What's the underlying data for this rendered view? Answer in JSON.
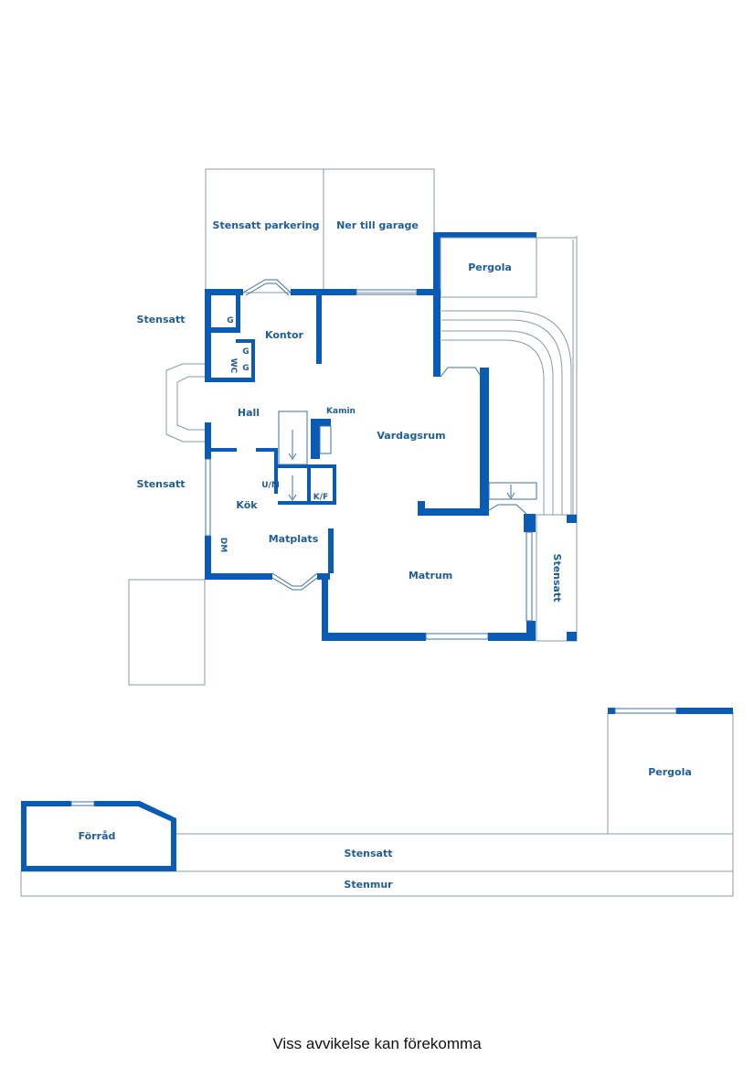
{
  "rooms": {
    "stensatt_parkering": "Stensatt parkering",
    "ner_till_garage": "Ner till garage",
    "pergola_top": "Pergola",
    "stensatt_left_top": "Stensatt",
    "kontor": "Kontor",
    "g1": "G",
    "g2": "G",
    "g3": "G",
    "wc": "WC",
    "hall": "Hall",
    "kamin": "Kamin",
    "vardagsrum": "Vardagsrum",
    "stensatt_left_mid": "Stensatt",
    "um": "U/M",
    "kf": "K/F",
    "kok": "Kök",
    "matplats": "Matplats",
    "dm": "DM",
    "matrum": "Matrum",
    "stensatt_right": "Stensatt",
    "pergola_bottom": "Pergola",
    "forrad": "Förråd",
    "stensatt_bottom": "Stensatt",
    "stenmur": "Stenmur"
  },
  "caption": "Viss avvikelse kan förekomma",
  "colors": {
    "wall": "#0a5bb5",
    "label": "#1f5d98",
    "outline": "#8a99a8"
  }
}
